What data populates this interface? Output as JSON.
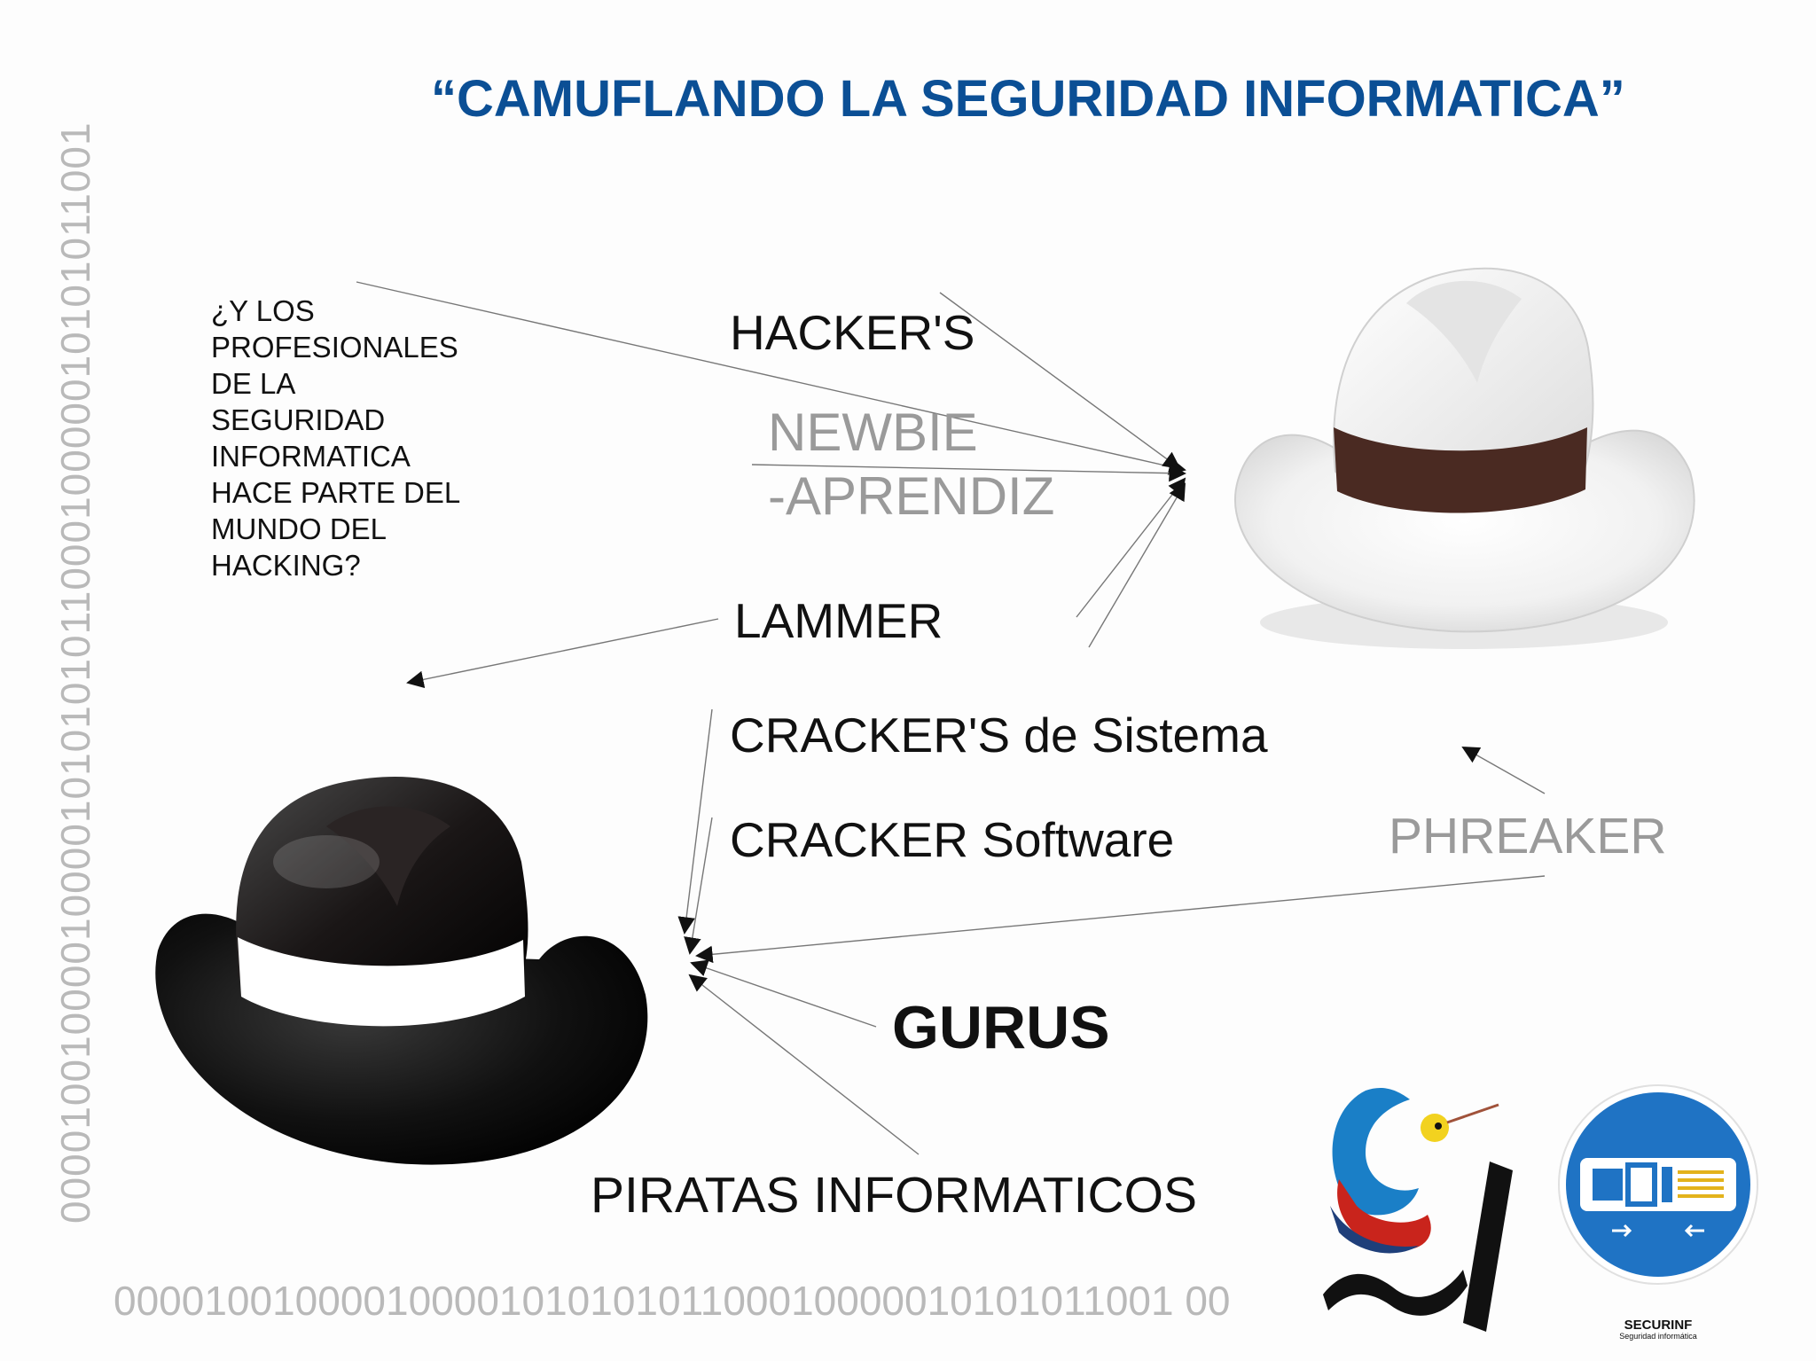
{
  "slide": {
    "title": "“CAMUFLANDO LA SEGURIDAD INFORMATICA”",
    "question": "¿Y LOS\nPROFESIONALES\nDE LA\nSEGURIDAD\nINFORMATICA\nHACE PARTE DEL\nMUNDO DEL\nHACKING?",
    "binary_vertical": "00001001000010000101010101100010000010101011001",
    "binary_bottom": "00001001000010000101010101100010000010101011001 00",
    "terms": {
      "hackers": "HACKER'S",
      "newbie": "NEWBIE\n-APRENDIZ",
      "lammer": "LAMMER",
      "cracker_sistema": "CRACKER'S de Sistema",
      "cracker_software": "CRACKER  Software",
      "phreaker": "PHREAKER",
      "gurus": "GURUS",
      "piratas": "PIRATAS INFORMATICOS"
    },
    "logos": {
      "securinf_name": "SECURINF",
      "securinf_subtitle": "Seguridad informática"
    },
    "colors": {
      "title": "#0b4f95",
      "muted_text": "#9a9a9a",
      "binary_text": "#b9b9b9",
      "white_hat_band": "#4a2a22",
      "securinf_blue": "#1f73c4"
    }
  }
}
